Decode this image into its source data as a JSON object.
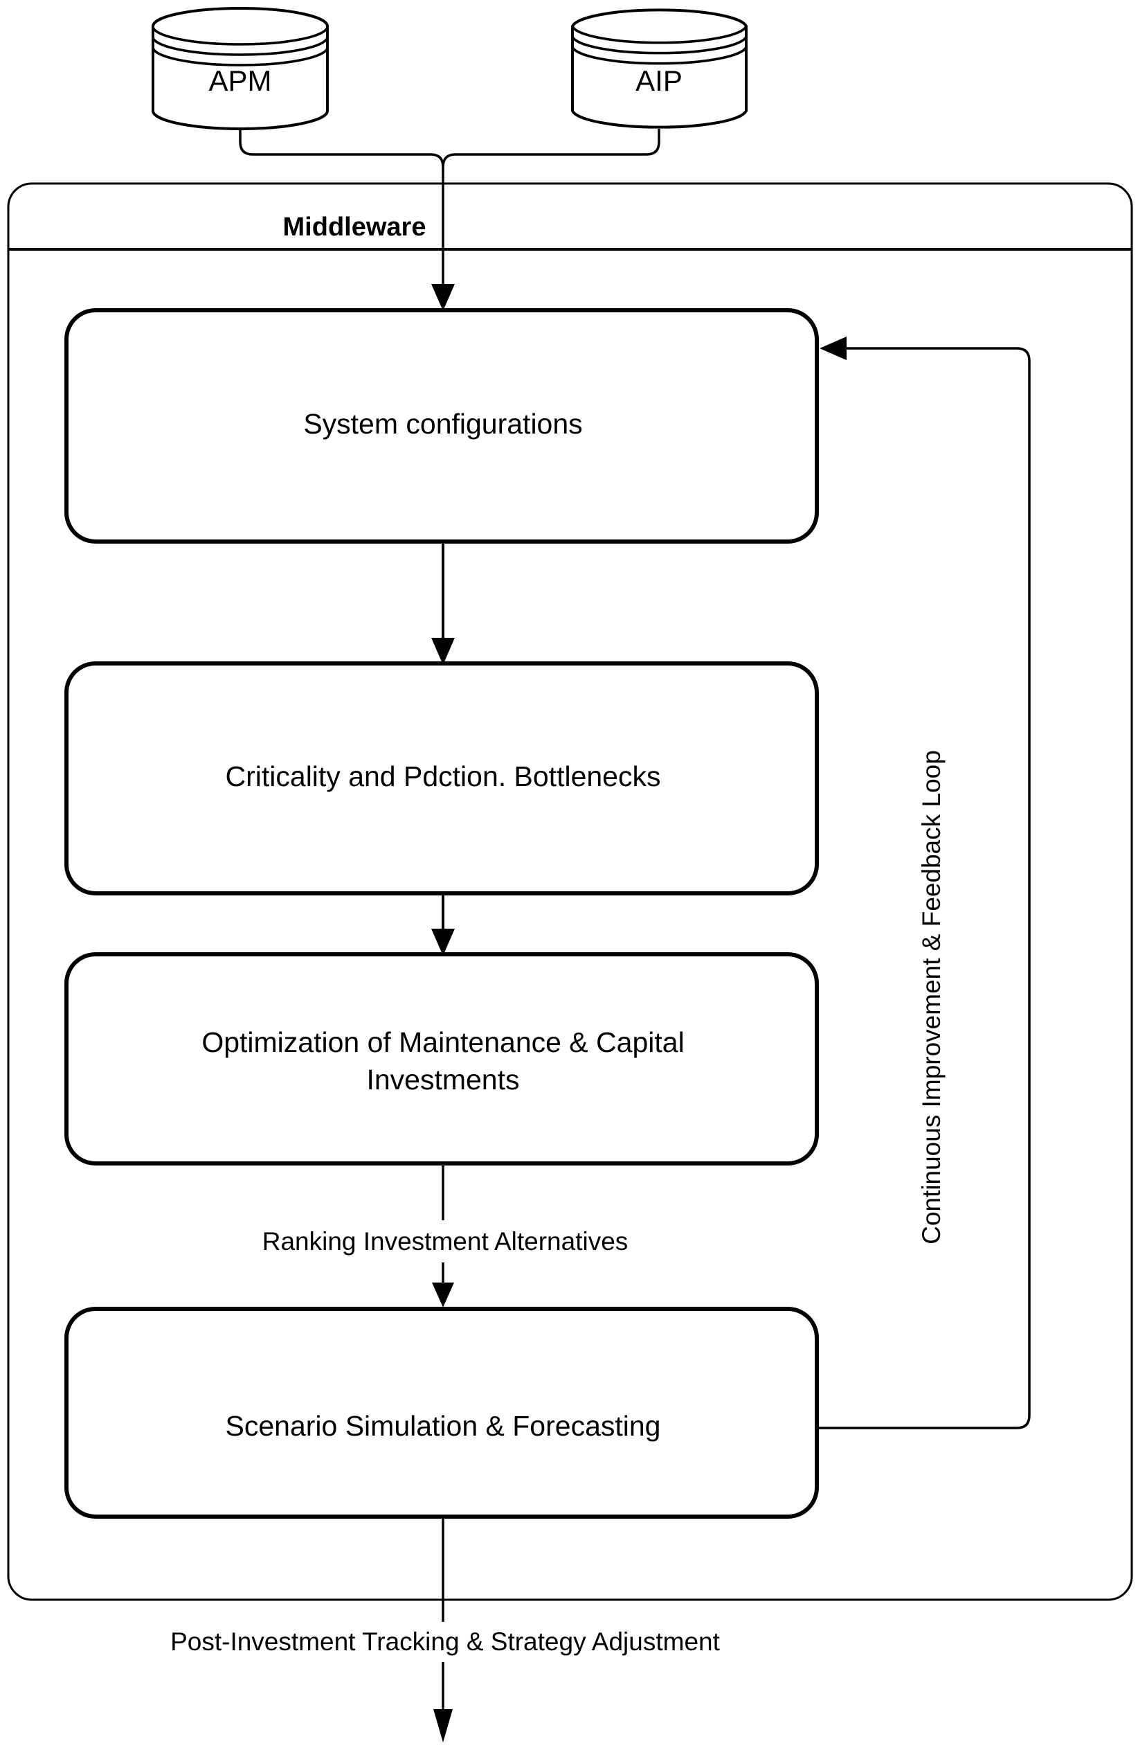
{
  "diagram": {
    "type": "flowchart",
    "title": "Middleware decision-support flow",
    "colors": {
      "stroke": "#000000",
      "fill": "#ffffff",
      "text": "#000000"
    },
    "data_sources": [
      {
        "id": "apm",
        "label": "APM",
        "shape": "cylinder"
      },
      {
        "id": "aip",
        "label": "AIP",
        "shape": "cylinder"
      }
    ],
    "container": {
      "id": "middleware",
      "title": "Middleware",
      "shape": "rounded-rectangle-with-header"
    },
    "process_steps": [
      {
        "id": "step-1",
        "label": "System configurations",
        "lines": [
          "System configurations"
        ]
      },
      {
        "id": "step-2",
        "label": "Criticality and Pdction. Bottlenecks",
        "lines": [
          "Criticality and Pdction. Bottlenecks"
        ]
      },
      {
        "id": "step-3",
        "label": "Optimization of Maintenance & Capital Investments",
        "lines": [
          "Optimization of Maintenance & Capital",
          "Investments"
        ]
      },
      {
        "id": "step-4",
        "label": "Scenario Simulation & Forecasting",
        "lines": [
          "Scenario Simulation & Forecasting"
        ]
      }
    ],
    "edge_labels": [
      {
        "id": "edge-ranking",
        "label": "Ranking Investment Alternatives",
        "orientation": "horizontal"
      },
      {
        "id": "edge-feedback",
        "label": "Continuous Improvement & Feedback Loop",
        "orientation": "vertical-bottom-to-top"
      },
      {
        "id": "edge-post-investment",
        "label": "Post-Investment Tracking & Strategy Adjustment",
        "orientation": "horizontal"
      }
    ]
  }
}
